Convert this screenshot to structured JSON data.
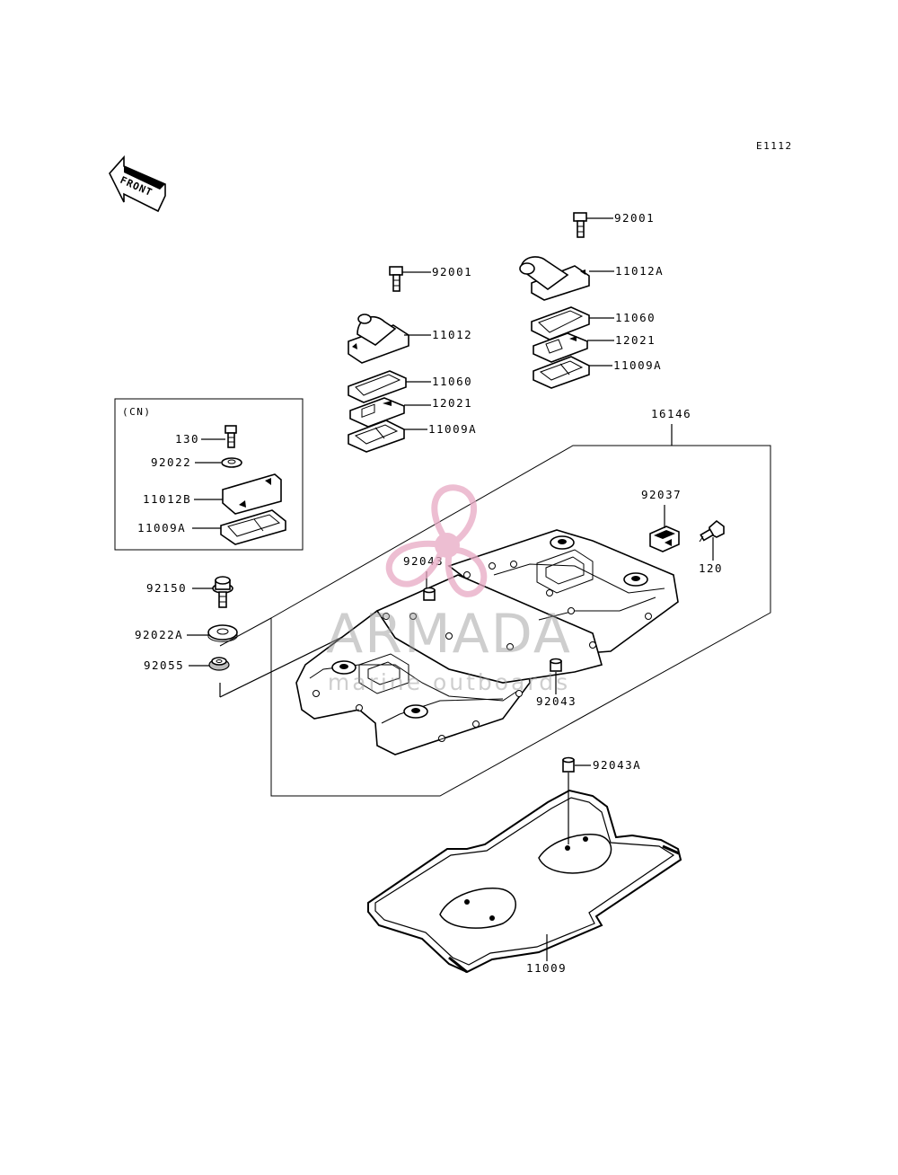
{
  "diagram_code": "E1112",
  "front_label": "FRONT",
  "inset": {
    "label": "(CN)"
  },
  "labels": {
    "p92001_left": "92001",
    "p92001_right": "92001",
    "p11012": "11012",
    "p11012A": "11012A",
    "p11060_left": "11060",
    "p11060_right": "11060",
    "p12021_left": "12021",
    "p12021_right": "12021",
    "p11009A_left": "11009A",
    "p11009A_right": "11009A",
    "p11009A_inset": "11009A",
    "p16146": "16146",
    "p130": "130",
    "p92022": "92022",
    "p11012B": "11012B",
    "p92150": "92150",
    "p92022A": "92022A",
    "p92055": "92055",
    "p92037": "92037",
    "p120": "120",
    "p92043_top": "92043",
    "p92043_bottom": "92043",
    "p92043A": "92043A",
    "p11009": "11009"
  },
  "watermark": {
    "brand": "ARMADA",
    "tagline": "marine outboards",
    "logo_color": "#e8a9c4",
    "text_color": "#9a9a9a"
  }
}
